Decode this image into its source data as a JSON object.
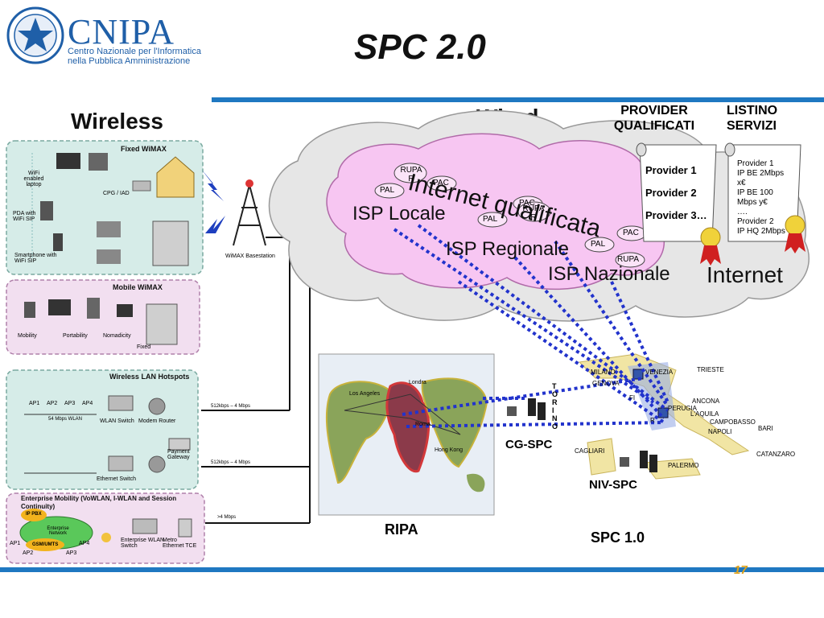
{
  "logo": {
    "name": "CNIPA",
    "subtitle_1": "Centro Nazionale per l'Informatica",
    "subtitle_2": "nella Pubblica Amministrazione"
  },
  "title": "SPC 2.0",
  "section_labels": {
    "wireless": "Wireless",
    "wired": "Wired"
  },
  "provider_header": {
    "line1": "PROVIDER",
    "line2": "QUALIFICATI"
  },
  "listino_header": {
    "line1": "LISTINO",
    "line2": "SERVIZI"
  },
  "provider_scroll": [
    "Provider 1",
    "Provider 2",
    "Provider 3…"
  ],
  "listino_scroll": [
    "Provider 1",
    "IP BE 2Mbps",
    "x€",
    "IP BE 100",
    "Mbps y€",
    "….",
    "Provider 2",
    "IP  HQ 2Mbps"
  ],
  "cloud": {
    "qualificata": "Internet qualificata",
    "internet": "Internet",
    "isp_locale": "ISP Locale",
    "isp_regionale": "ISP Regionale",
    "isp_nazionale": "ISP Nazionale",
    "rupa": "RUPA R",
    "rupa2": "RUPA R",
    "rupa3": "RUPA",
    "pac": "PAC",
    "pal": "PAL"
  },
  "wireless_panels": {
    "fixed": {
      "title": "Fixed WiMAX",
      "labels": [
        "WiFi enabled laptop",
        "PDA with WiFi SIP",
        "Smartphone with WiFi SIP",
        "CPG / IAD"
      ]
    },
    "mobile": {
      "title": "Mobile WiMAX",
      "labels": [
        "Mobility",
        "Portability",
        "Nomadicity",
        "Fixed"
      ]
    },
    "wlan": {
      "title": "Wireless LAN Hotspots",
      "labels": [
        "AP1",
        "AP2",
        "AP3",
        "AP4",
        "54 Mbps WLAN",
        "WLAN Switch",
        "Modem Router",
        "Ethernet Switch",
        "Payment Gateway",
        "512kbps – 4 Mbps"
      ]
    },
    "enterprise": {
      "title": "Enterprise Mobility (VoWLAN, I-WLAN and Session Continuity)",
      "labels": [
        "IP PBX",
        "Enterprise Network",
        "GSM/UMTS",
        "Enterprise WLAN Switch",
        "Metro Ethernet TCE",
        ">4 Mbps",
        "AP1",
        "AP2",
        "AP3",
        "AP4"
      ]
    },
    "basestation": "WiMAX Basestation"
  },
  "ripa": {
    "label": "RIPA",
    "cities": [
      "Londra",
      "Los Angeles",
      "Roma",
      "Hong Kong"
    ]
  },
  "spc1": {
    "label": "SPC 1.0",
    "cgspc": "CG-SPC",
    "nivspc": "NIV-SPC",
    "torino": "TORINO",
    "cities": [
      "MILANO",
      "VENEZIA",
      "TRIESTE",
      "GENOVA",
      "FI",
      "ANCONA",
      "PERUGIA",
      "L'AQUILA",
      "CAMPOBASSO",
      "NAPOLI",
      "BARI",
      "CAGLIARI",
      "CATANZARO",
      "PALERMO",
      "R"
    ]
  },
  "page_number": "17",
  "colors": {
    "accent_blue": "#1f78c1",
    "cloud_pink": "#f7c6f2",
    "cloud_grey": "#e6e6e6",
    "dotted_blue": "#2233cc",
    "panel_green": "#d6ece8",
    "panel_pink": "#f2dff0",
    "italy_yellow": "#f1e5a4"
  }
}
